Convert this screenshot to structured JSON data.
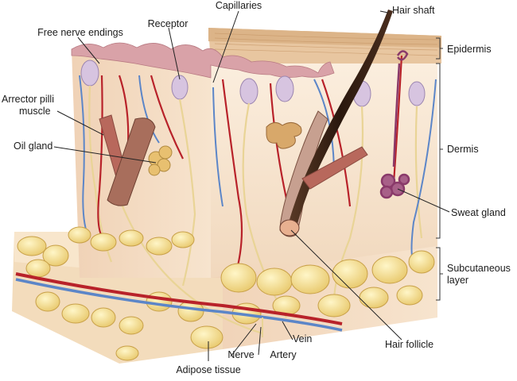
{
  "diagram": {
    "labels": {
      "hair_shaft": "Hair shaft",
      "capillaries": "Capillaries",
      "receptor": "Receptor",
      "free_nerve_endings": "Free nerve endings",
      "epidermis": "Epidermis",
      "arrector_pilli_muscle_line1": "Arrector pilli",
      "arrector_pilli_muscle_line2": "muscle",
      "oil_gland": "Oil gland",
      "dermis": "Dermis",
      "sweat_gland": "Sweat gland",
      "subcutaneous_layer_line1": "Subcutaneous",
      "subcutaneous_layer_line2": "layer",
      "hair_follicle": "Hair follicle",
      "vein": "Vein",
      "artery": "Artery",
      "nerve": "Nerve",
      "adipose_tissue": "Adipose tissue"
    },
    "colors": {
      "epidermis_surface": "#d9a2a8",
      "epidermis_top": "#e6c098",
      "dermis_fill": "#f6e2c8",
      "fat_lobule": "#f2dc8c",
      "artery": "#b8222a",
      "vein": "#5c86c8",
      "nerve": "#efe0a8",
      "hair": "#3a2418",
      "muscle": "#a55a4c"
    }
  }
}
